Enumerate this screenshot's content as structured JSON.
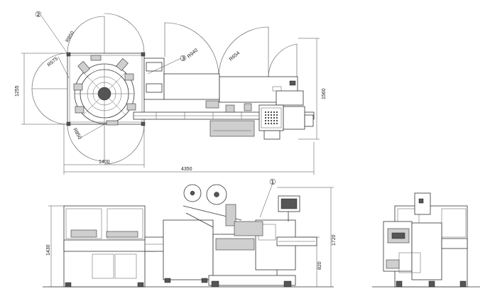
{
  "callouts": {
    "c1": "①",
    "c2": "②",
    "c3": "③"
  },
  "plan_view": {
    "radius_labels": {
      "r850_top": "R850",
      "r575": "R575",
      "r940": "R940",
      "r654": "R654",
      "r850_bottom": "R850"
    },
    "dims": {
      "height_left": "1255",
      "height_right": "1560",
      "width_partial": "1400",
      "width_total": "4350"
    }
  },
  "front_view": {
    "dims": {
      "height_left": "1430",
      "height_right": "1720",
      "table_height": "820"
    }
  }
}
